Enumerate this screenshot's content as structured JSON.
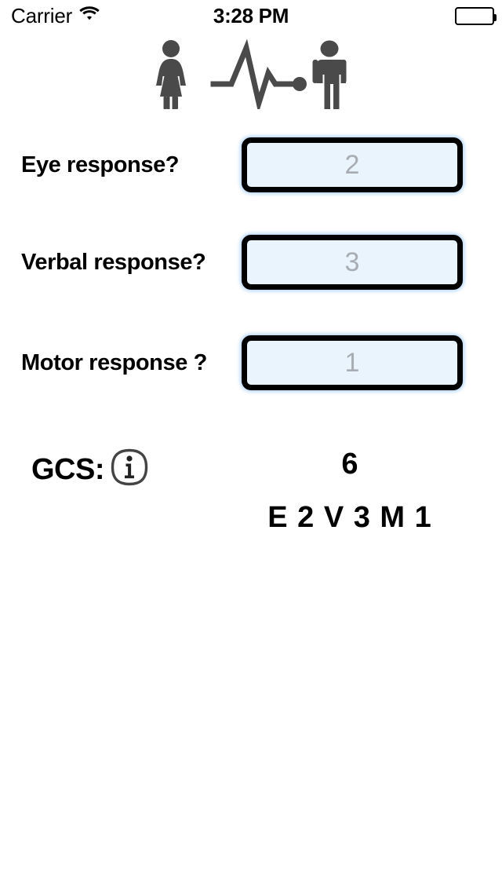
{
  "status_bar": {
    "carrier": "Carrier",
    "wifi_icon": "wifi-icon",
    "time": "3:28 PM",
    "battery_icon": "battery-full-icon"
  },
  "header_art": {
    "female_icon": "female-figure-icon",
    "ecg_icon": "ecg-heartbeat-icon",
    "male_icon": "male-figure-icon",
    "color": "#4a4a4a"
  },
  "form": {
    "rows": [
      {
        "label": "Eye response?",
        "value": "2",
        "placeholder": "2"
      },
      {
        "label": "Verbal response?",
        "value": "3",
        "placeholder": "3"
      },
      {
        "label": "Motor response ?",
        "value": "1",
        "placeholder": "1"
      }
    ],
    "field_fill_color": "#eaf4fc",
    "field_border_color": "#000000",
    "field_value_color": "#a8adb3"
  },
  "result": {
    "gcs_label": "GCS:",
    "info_icon": "info-icon",
    "total": "6",
    "breakdown": "E 2 V 3 M 1"
  }
}
